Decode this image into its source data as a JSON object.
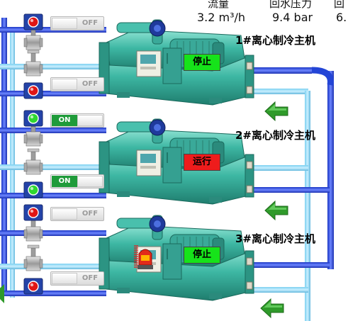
{
  "header": {
    "flow_label": "流量",
    "flow_value": "3.2 m³/h",
    "pressure_label": "回水压力",
    "pressure_value": "9.4 bar",
    "cut_label": "回",
    "cut_value": "6."
  },
  "chillers": [
    {
      "name": "1#离心制冷主机",
      "status": "停止",
      "status_color": "#16e31a",
      "top_switch": "OFF",
      "bottom_switch": "OFF",
      "top_lamp": "#e01515",
      "bottom_lamp": "#e01515"
    },
    {
      "name": "2#离心制冷主机",
      "status": "运行",
      "status_color": "#ee1c1c",
      "top_switch": "ON",
      "bottom_switch": "ON",
      "top_lamp": "#2fd82f",
      "bottom_lamp": "#2fd82f"
    },
    {
      "name": "3#离心制冷主机",
      "status": "停止",
      "status_color": "#16e31a",
      "top_switch": "OFF",
      "bottom_switch": "OFF",
      "top_lamp": "#e01515",
      "bottom_lamp": "#e01515"
    }
  ],
  "colors": {
    "pipe_dark": "#2345d6",
    "pipe_light": "#8ed6f2",
    "chiller_body": "#3fb8a4",
    "arrow": "#2f9a2a"
  },
  "icons": [
    "valve-icon",
    "left-arrow-icon",
    "alarm-beacon-icon",
    "motor-icon"
  ]
}
